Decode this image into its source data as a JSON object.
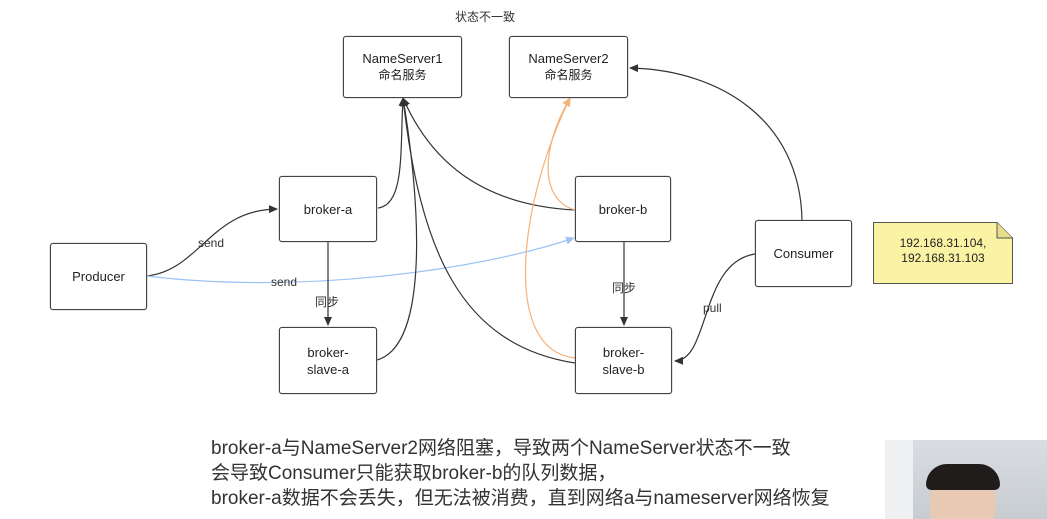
{
  "diagram": {
    "top_label": "状态不一致",
    "nodes": {
      "nameserver1": {
        "line1": "NameServer1",
        "line2": "命名服务"
      },
      "nameserver2": {
        "line1": "NameServer2",
        "line2": "命名服务"
      },
      "broker_a": {
        "line1": "broker-a"
      },
      "broker_b": {
        "line1": "broker-b"
      },
      "producer": {
        "line1": "Producer"
      },
      "consumer": {
        "line1": "Consumer"
      },
      "broker_slave_a": {
        "line1": "broker-",
        "line2": "slave-a"
      },
      "broker_slave_b": {
        "line1": "broker-",
        "line2": "slave-b"
      }
    },
    "edge_labels": {
      "send_top": "send",
      "send_bottom": "send",
      "sync_a": "同步",
      "sync_b": "同步",
      "pull": "pull"
    },
    "note": {
      "line1": "192.168.31.104,",
      "line2": "192.168.31.103"
    },
    "colors": {
      "edge": "#333333",
      "send_blue": "#9cc3f5",
      "register_orange": "#f5b27a",
      "note_fill": "#fbf3a4"
    }
  },
  "caption": {
    "line1": "broker-a与NameServer2网络阻塞，导致两个NameServer状态不一致",
    "line2": "会导致Consumer只能获取broker-b的队列数据，",
    "line3": "broker-a数据不会丢失，但无法被消费，直到网络a与nameserver网络恢复"
  }
}
